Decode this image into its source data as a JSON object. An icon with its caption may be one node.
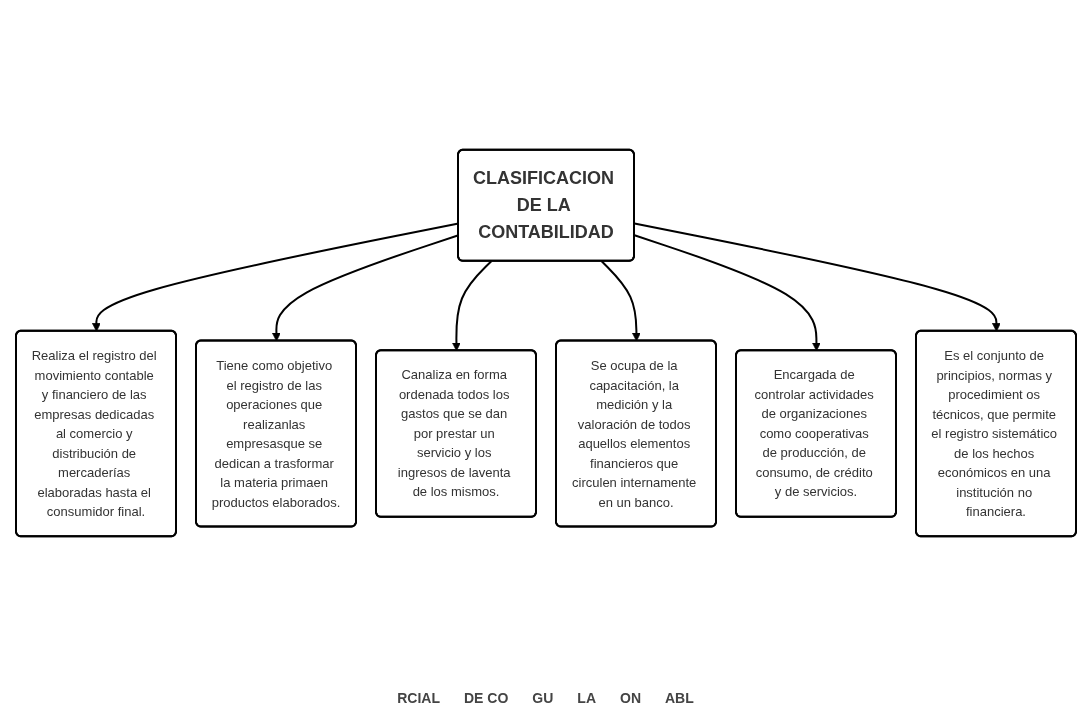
{
  "diagram": {
    "nodes": [
      {
        "text": [
          "CLASIFICACION DE LA CONTABILIDAD"
        ]
      },
      {
        "text": [
          "Realiza el registro del movimiento contable y financiero de las empresas dedicadas al comercio y distribución de mercaderías elaboradas hasta el consumidor final."
        ]
      },
      {
        "text": [
          "Tiene como objetivo el registro de las operaciones que realizanlas empresasque se dedican a trasformar la materia primaen productos elaborados."
        ]
      },
      {
        "text": [
          "Canaliza en forma ordenada todos los gastos que se dan por prestar un servicio y los ingresos de laventa de los mismos."
        ]
      },
      {
        "text": [
          "Se ocupa de la capacitación, la medición y la valoración de todos aquellos elementos financieros que circulen internamente en un banco."
        ]
      },
      {
        "text": [
          "Encargada de controlar actividades de organizaciones como cooperativas de producción, de consumo, de crédito y de servicios."
        ]
      },
      {
        "text": [
          "Es el conjunto de principios, normas y procedimient os técnicos, que permite el registro sistemático de los hechos económicos en una institución no financiera."
        ]
      }
    ],
    "edges": [
      {
        "from": 0,
        "to": 1,
        "arrow": "to"
      },
      {
        "from": 0,
        "to": 2,
        "arrow": "to"
      },
      {
        "from": 0,
        "to": 3,
        "arrow": "to"
      },
      {
        "from": 0,
        "to": 4,
        "arrow": "to"
      },
      {
        "from": 0,
        "to": 5,
        "arrow": "to"
      },
      {
        "from": 0,
        "to": 6,
        "arrow": "to"
      }
    ],
    "labels": [
      "RCIAL",
      "DE CO",
      "GU",
      "LA",
      "ON",
      "ABL"
    ]
  }
}
